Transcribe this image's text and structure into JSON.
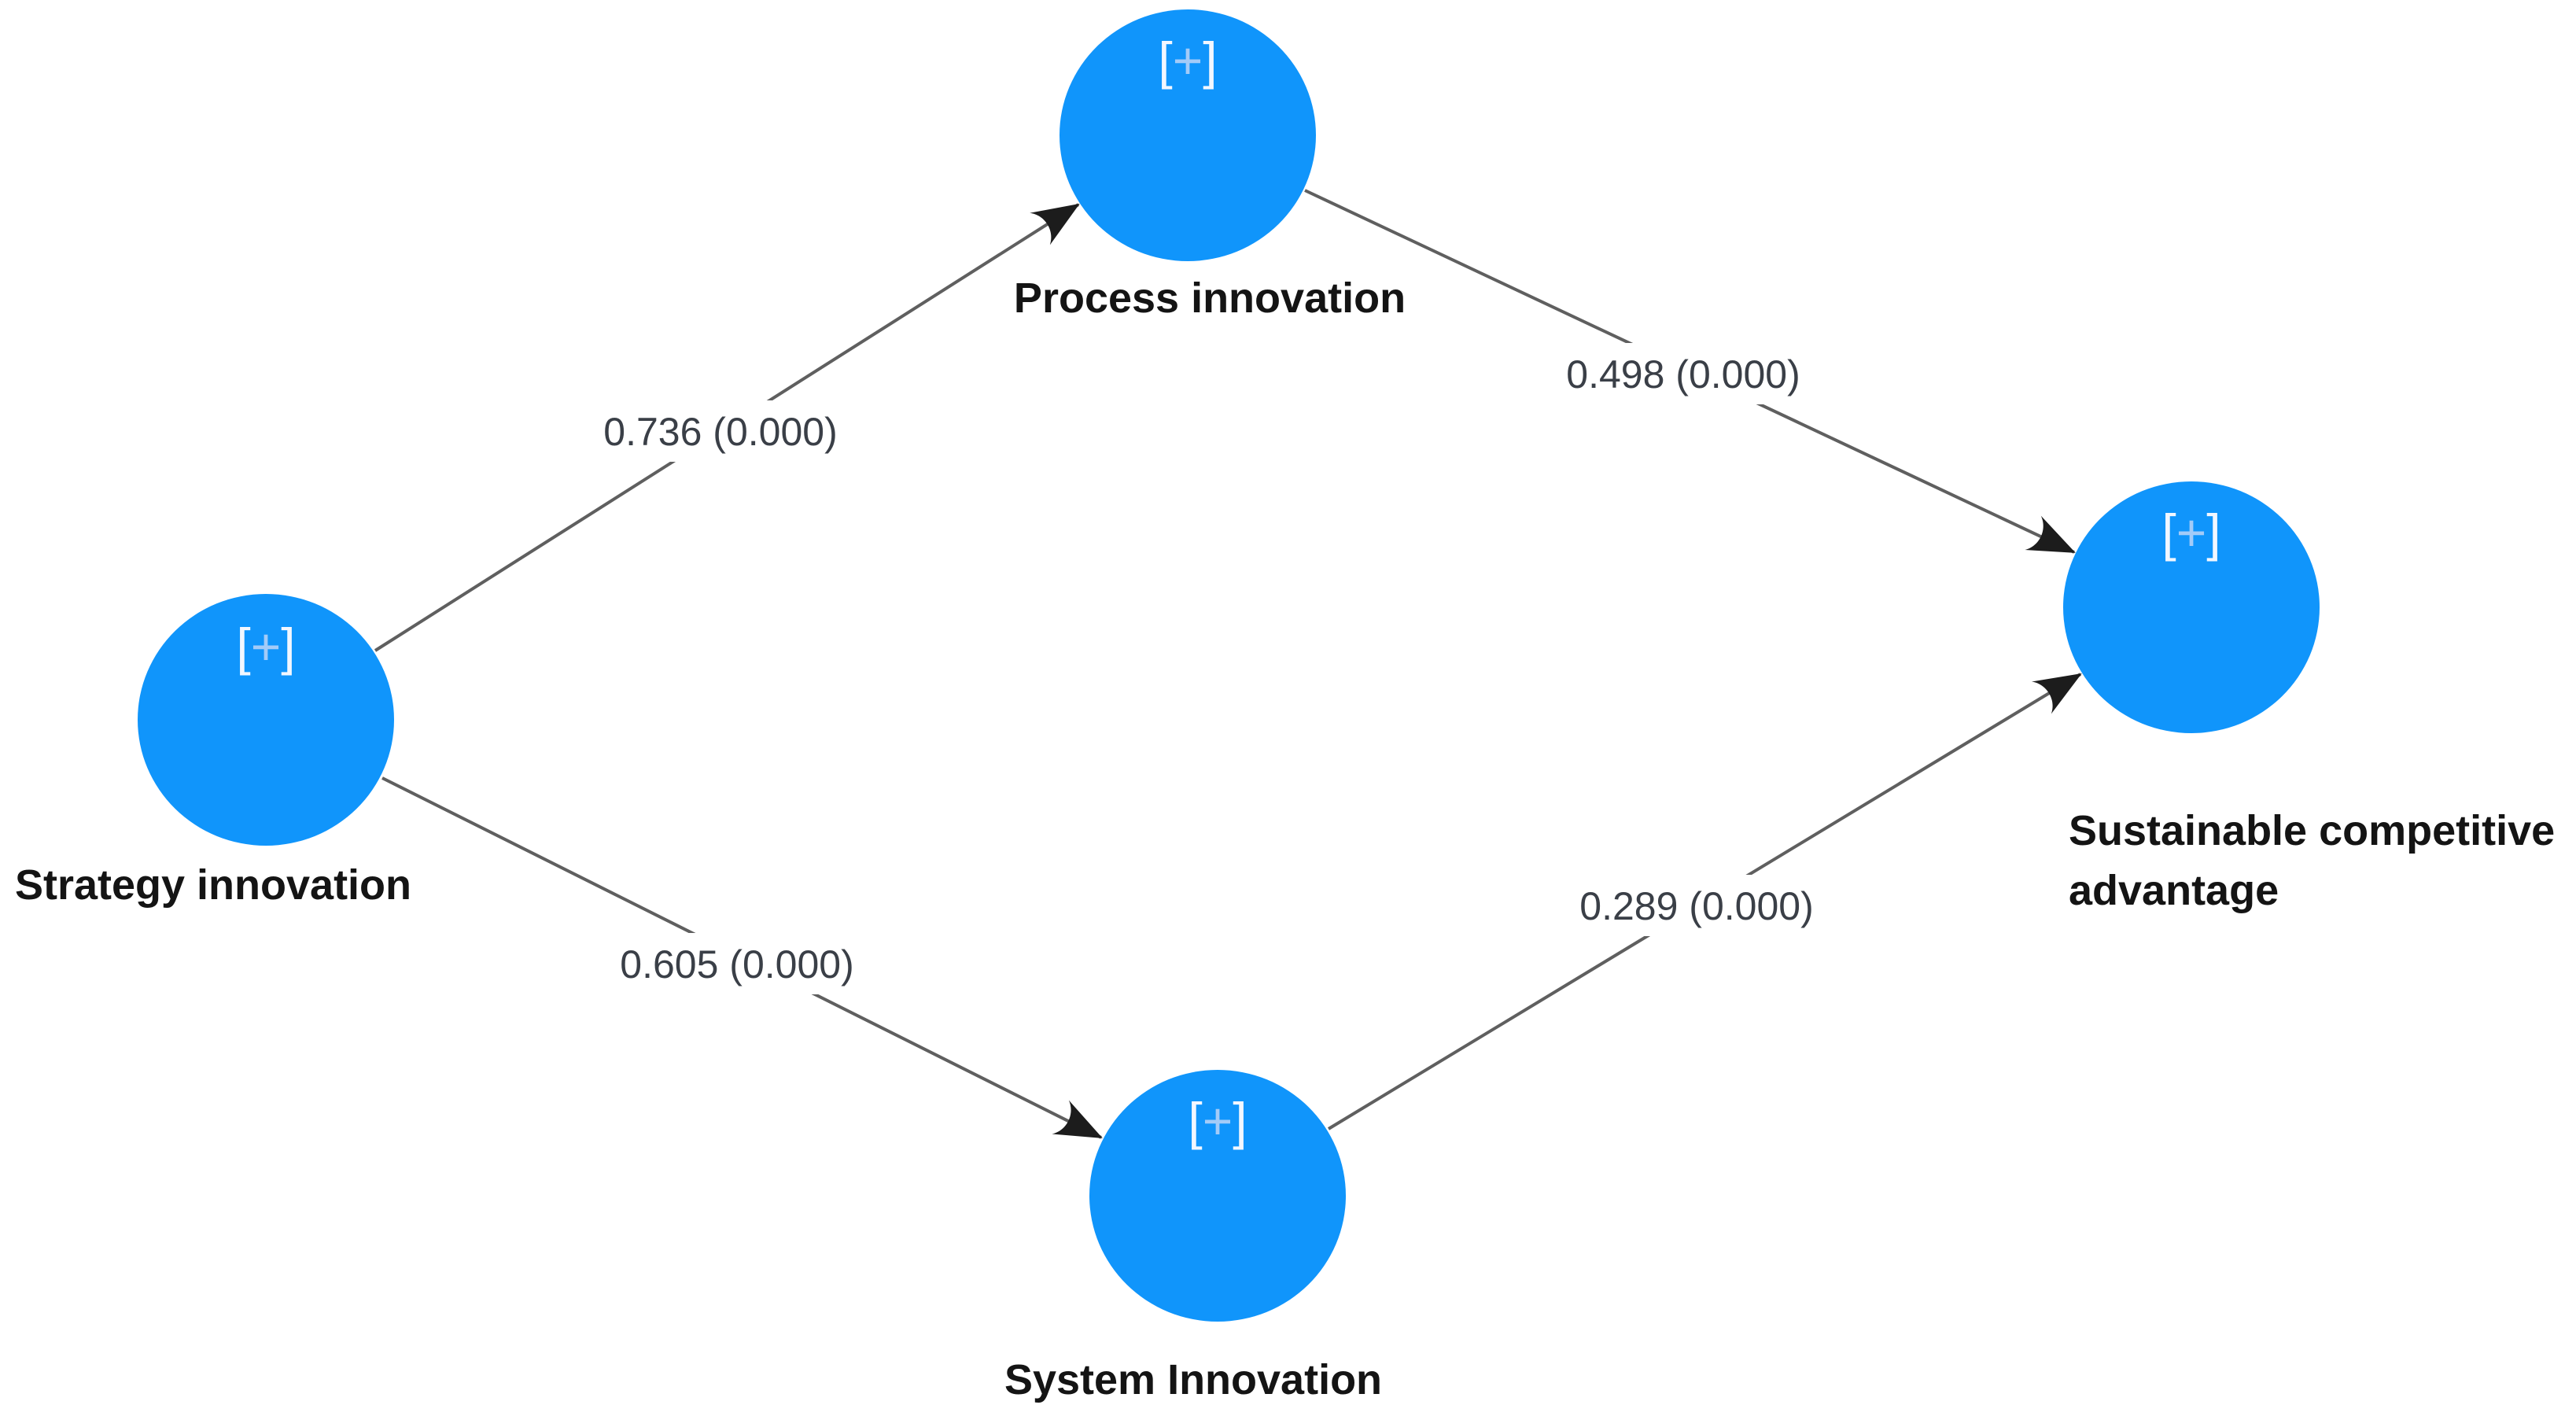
{
  "diagram": {
    "type": "structural-path-model",
    "nodes": [
      {
        "id": "strategy_innovation",
        "label": "Strategy innovation",
        "badge": "[+]",
        "badge_parts": [
          "[",
          "+",
          "]"
        ]
      },
      {
        "id": "process_innovation",
        "label": "Process innovation",
        "badge": "[+]",
        "badge_parts": [
          "[",
          "+",
          "]"
        ]
      },
      {
        "id": "system_innovation",
        "label": "System Innovation",
        "badge": "[+]",
        "badge_parts": [
          "[",
          "+",
          "]"
        ]
      },
      {
        "id": "sustainable_competitive_advantage",
        "label": "Sustainable competitive advantage",
        "label_lines": [
          "Sustainable competitive",
          "advantage"
        ],
        "badge": "[+]",
        "badge_parts": [
          "[",
          "+",
          "]"
        ]
      }
    ],
    "edges": [
      {
        "from": "strategy_innovation",
        "to": "process_innovation",
        "coefficient": "0.736",
        "p_value": "0.000",
        "label": "0.736 (0.000)"
      },
      {
        "from": "strategy_innovation",
        "to": "system_innovation",
        "coefficient": "0.605",
        "p_value": "0.000",
        "label": "0.605 (0.000)"
      },
      {
        "from": "process_innovation",
        "to": "sustainable_competitive_advantage",
        "coefficient": "0.498",
        "p_value": "0.000",
        "label": "0.498 (0.000)"
      },
      {
        "from": "system_innovation",
        "to": "sustainable_competitive_advantage",
        "coefficient": "0.289",
        "p_value": "0.000",
        "label": "0.289 (0.000)"
      }
    ],
    "colors": {
      "background": "#ffffff",
      "node_fill": "#1095fb",
      "badge_bracket": "#f2f7ff",
      "badge_plus": "#a3cbf8",
      "edge_line": "#5f5f5f",
      "arrowhead": "#1c1c1c",
      "node_label": "#141414",
      "edge_label": "#3a3f47"
    }
  }
}
